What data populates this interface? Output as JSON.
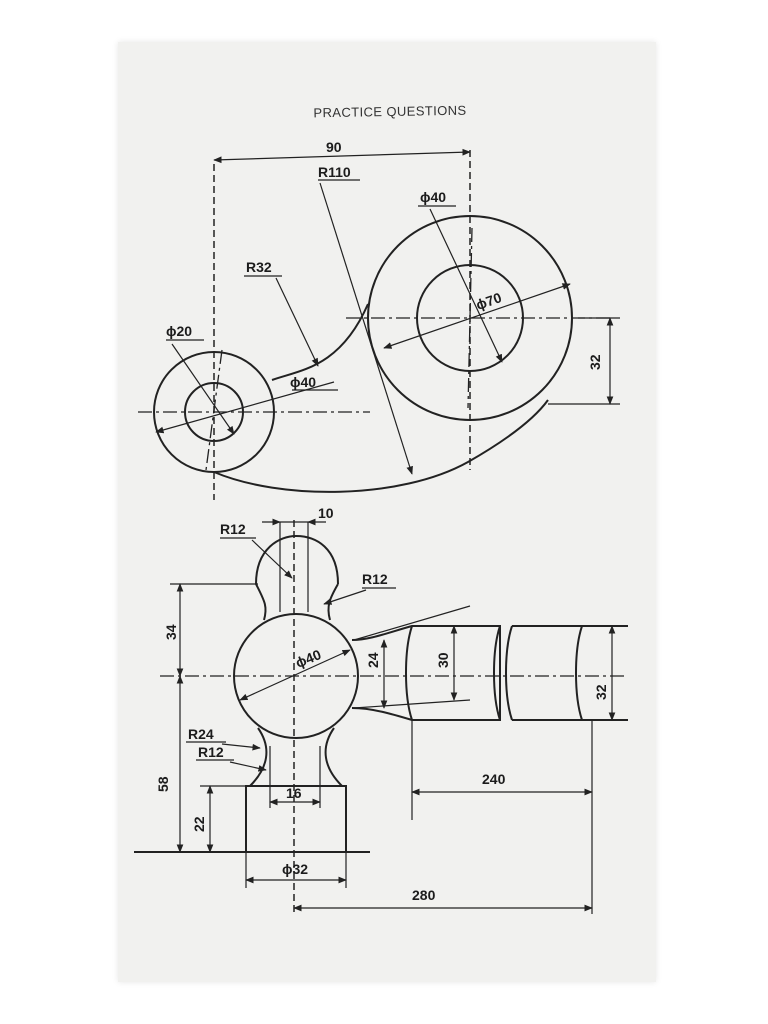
{
  "page": {
    "title": "PRACTICE QUESTIONS"
  },
  "drawing1": {
    "dims": {
      "width_90": "90",
      "r110": "R110",
      "dia40_top": "ϕ40",
      "r32": "R32",
      "dia70": "ϕ70",
      "dia20": "ϕ20",
      "dia40_left": "ϕ40",
      "offset_32": "32"
    }
  },
  "drawing2": {
    "dims": {
      "w10": "10",
      "r12_top": "R12",
      "r12_side": "R12",
      "h34": "34",
      "dia40": "ϕ40",
      "d24": "24",
      "d30": "30",
      "d32_right": "32",
      "r24": "R24",
      "r12_low": "R12",
      "h58": "58",
      "w16": "16",
      "h22": "22",
      "dia32": "ϕ32",
      "l240": "240",
      "l280": "280"
    }
  }
}
